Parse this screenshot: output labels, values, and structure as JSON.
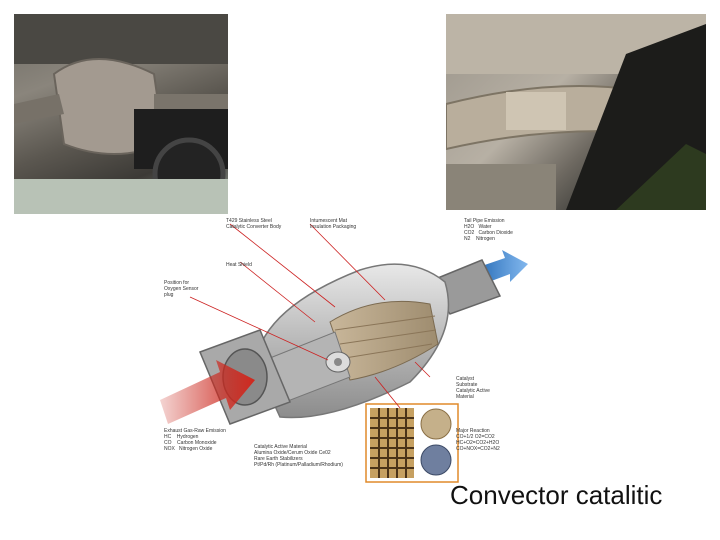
{
  "labels": {
    "body": "T429 Stainless Steel\nCatalytic Converter Body",
    "mat": "Intumescent Mat\nInsulation Packaging",
    "tailpipe": "Tail Pipe Emission\nH2O   Water\nCO2   Carbon Dioxide\nN2    Nitrogen",
    "heat_shield": "Heat Shield",
    "sensor": "Position for\nOxygen Sensor\nplug",
    "substrate": "Catalyst\nSubstrate\nCatalytic Active\nMaterial",
    "exhaust": "Exhaust Gas-Raw Emission\nHC    Hydrogen\nCO    Carbon Monoxide\nNOX   Nitrogen Oxide",
    "active": "Catalytic Active Material\nAlumina Oxide/Cerum Oxide Ce02\nRare Earth Stabilizers\nPt/Pd/Rh (Platinum/Palladium/Rhodium)",
    "reactions": "Major Reaction\nCO+1/2 O2=CO2\nHC+O2=CO2+H2O\nCO+NOX=CO2+N2"
  },
  "caption": "Convector catalitic"
}
